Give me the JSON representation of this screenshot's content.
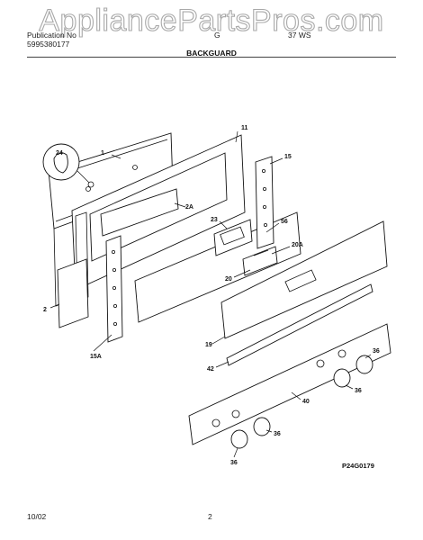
{
  "watermark": "AppliancePartsPros.com",
  "header": {
    "left_line1": "Publication No",
    "left_line2": "5995380177",
    "center": "G",
    "right": "37 WS",
    "title": "BACKGUARD"
  },
  "callouts": {
    "c1": "1",
    "c11": "11",
    "c24": "24",
    "c15": "15",
    "c2a": "2A",
    "c23": "23",
    "c56": "56",
    "c20a": "20A",
    "c20": "20",
    "c2": "2",
    "c19": "19",
    "c15a": "15A",
    "c36a": "36",
    "c42": "42",
    "c36b": "36",
    "c40": "40",
    "c36c": "36",
    "c36d": "36"
  },
  "diagram_code": "P24G0179",
  "footer": {
    "date": "10/02",
    "page": "2"
  }
}
